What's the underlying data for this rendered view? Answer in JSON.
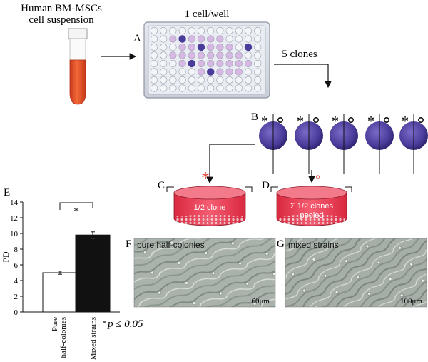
{
  "source_label": "Human BM-MSCs",
  "source_label_2": "cell suspension",
  "plate_label": "1 cell/well",
  "clones_label": "5 clones",
  "panels": {
    "a": "A",
    "b": "B",
    "c": "C",
    "d": "D",
    "e": "E",
    "f": "F",
    "g": "G"
  },
  "dish_c_label": "1/2 clone",
  "dish_d_label_1": "Σ 1/2 clones",
  "dish_d_label_2": "pooled",
  "marker_star": "*",
  "marker_circle": "◦",
  "photo_f_title": "pure half-colonies",
  "photo_f_scale": "60μm",
  "photo_g_title": "mixed strains",
  "photo_g_scale": "100μm",
  "significance_note": "p ≤ 0.05",
  "significance_star": "*",
  "colors": {
    "tube_fill": "#e0451e",
    "dish_fill": "#ee3b54",
    "colony": "#4a3c9a",
    "bar_mixed": "#111111"
  },
  "chart_data": {
    "type": "bar",
    "categories": [
      "Pure half-colonies",
      "Mixed strains"
    ],
    "values": [
      5.0,
      9.8
    ],
    "errors": [
      0.2,
      0.4
    ],
    "ylabel": "PD",
    "ylim": [
      0,
      14
    ],
    "yticks": [
      0,
      2,
      4,
      6,
      8,
      10,
      12,
      14
    ],
    "bar_colors": [
      "#ffffff",
      "#111111"
    ],
    "significance": "*"
  }
}
